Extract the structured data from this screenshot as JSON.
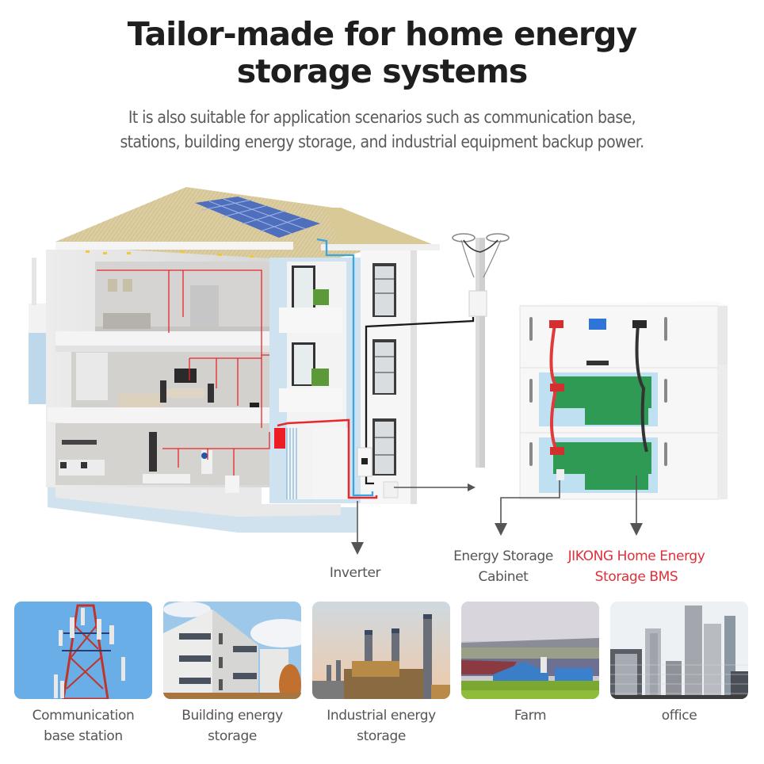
{
  "header": {
    "title_line1": "Tailor-made for home energy",
    "title_line2": "storage systems",
    "subtitle_line1": "It is also suitable for application scenarios such as communication base,",
    "subtitle_line2": "stations, building energy storage, and industrial equipment backup power."
  },
  "diagram": {
    "callouts": {
      "inverter": "Inverter",
      "cabinet_line1": "Energy Storage",
      "cabinet_line2": "Cabinet",
      "bms_line1": "JIKONG Home Energy",
      "bms_line2": "Storage BMS"
    },
    "components": [
      "house-cutaway",
      "solar-panel",
      "utility-pole",
      "battery-cabinet"
    ],
    "colors": {
      "accent_red": "#e0303a",
      "wire_red": "#e8262b",
      "wire_blue": "#3aa6e0",
      "wire_black": "#1a1a1a",
      "arrow_gray": "#555555"
    }
  },
  "scenarios": [
    {
      "label_line1": "Communication",
      "label_line2": "base station",
      "image": "telecom-tower-photo"
    },
    {
      "label_line1": "Building energy",
      "label_line2": "storage",
      "image": "apartment-building-photo"
    },
    {
      "label_line1": "Industrial energy",
      "label_line2": "storage",
      "image": "industrial-plant-photo"
    },
    {
      "label_line1": "Farm",
      "label_line2": "",
      "image": "farm-photo"
    },
    {
      "label_line1": "office",
      "label_line2": "",
      "image": "office-skyline-photo"
    }
  ]
}
